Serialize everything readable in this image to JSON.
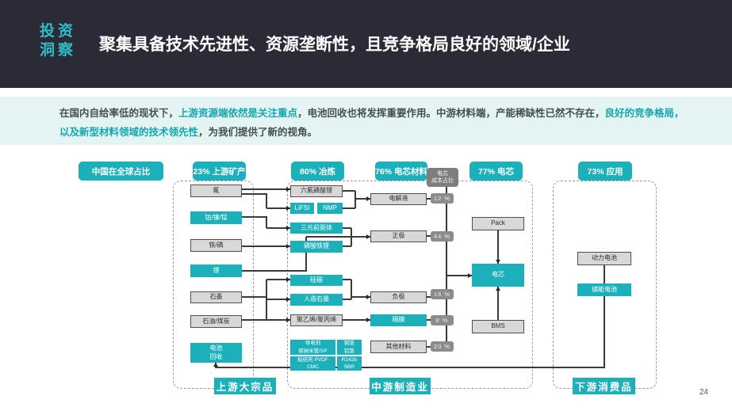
{
  "header": {
    "brand": "投资\n洞察",
    "title": "聚集具备技术先进性、资源垄断性，且竞争格局良好的领域/企业"
  },
  "intro": {
    "segments": [
      {
        "text": "在国内自给率低的现状下，",
        "highlight": false
      },
      {
        "text": "上游资源端依然是关注重点",
        "highlight": true
      },
      {
        "text": "，电池回收也将发挥重要作用。中游材料端，产能稀缺性已然不存在，",
        "highlight": false
      },
      {
        "text": "良好的竞争格局，以及新型材料领域的技术领先性",
        "highlight": true
      },
      {
        "text": "，为我们提供了新的视角。",
        "highlight": false
      }
    ]
  },
  "column_headers": [
    {
      "id": "china-share",
      "label": "中国在全球占比"
    },
    {
      "id": "mining",
      "label": "23% 上游矿产"
    },
    {
      "id": "smelting",
      "label": "80% 冶炼"
    },
    {
      "id": "cell-materials",
      "label": "76% 电芯材料"
    },
    {
      "id": "cells",
      "label": "77% 电芯"
    },
    {
      "id": "application",
      "label": "73% 应用"
    }
  ],
  "sections": [
    {
      "id": "upstream",
      "label": "上游大宗品"
    },
    {
      "id": "midstream",
      "label": "中游制造业"
    },
    {
      "id": "downstream",
      "label": "下游消费品"
    }
  ],
  "nodes": [
    {
      "id": "fluorine",
      "kind": "gray",
      "label": "氟"
    },
    {
      "id": "cobalt-nickel-manganese",
      "kind": "teal",
      "label": "钴/镍/锰"
    },
    {
      "id": "iron-phosphorus",
      "kind": "gray",
      "label": "铁/磷"
    },
    {
      "id": "lithium",
      "kind": "teal",
      "label": "锂"
    },
    {
      "id": "graphite",
      "kind": "gray",
      "label": "石墨"
    },
    {
      "id": "oil-coal",
      "kind": "gray",
      "label": "石油/煤炭"
    },
    {
      "id": "battery-recycling",
      "kind": "teal",
      "label": "电池\n回收"
    },
    {
      "id": "lipf6",
      "kind": "gray",
      "label": "六氟磷酸锂"
    },
    {
      "id": "lifsi",
      "kind": "teal",
      "label": "LiFSI"
    },
    {
      "id": "nmp",
      "kind": "teal",
      "label": "NMP"
    },
    {
      "id": "ternary-precursor",
      "kind": "teal",
      "label": "三元前驱体"
    },
    {
      "id": "lfp",
      "kind": "teal",
      "label": "磷酸铁锂"
    },
    {
      "id": "silicon-carbon",
      "kind": "teal",
      "label": "硅碳"
    },
    {
      "id": "artificial-graphite",
      "kind": "teal",
      "label": "人造石墨"
    },
    {
      "id": "pe-pp",
      "kind": "gray",
      "label": "聚乙烯/聚丙烯"
    },
    {
      "id": "electrolyte",
      "kind": "gray",
      "label": "电解液"
    },
    {
      "id": "cathode",
      "kind": "gray",
      "label": "正极"
    },
    {
      "id": "anode",
      "kind": "gray",
      "label": "负极"
    },
    {
      "id": "separator",
      "kind": "teal",
      "label": "隔膜"
    },
    {
      "id": "other-materials",
      "kind": "gray",
      "label": "其他材料"
    },
    {
      "id": "cell-cost-share",
      "kind": "dark-badge",
      "label": "电芯\n成本占比"
    },
    {
      "id": "pct-electrolyte",
      "kind": "badge",
      "label": "12 %"
    },
    {
      "id": "pct-cathode",
      "kind": "badge",
      "label": "44 %"
    },
    {
      "id": "pct-anode",
      "kind": "badge",
      "label": "16 %"
    },
    {
      "id": "pct-separator",
      "kind": "badge",
      "label": "8 %"
    },
    {
      "id": "pct-other",
      "kind": "badge",
      "label": "20 %"
    },
    {
      "id": "pack",
      "kind": "gray",
      "label": "Pack"
    },
    {
      "id": "cell",
      "kind": "teal",
      "label": "电芯"
    },
    {
      "id": "bms",
      "kind": "gray",
      "label": "BMS"
    },
    {
      "id": "power-battery",
      "kind": "gray",
      "label": "动力电池"
    },
    {
      "id": "storage-battery",
      "kind": "teal",
      "label": "储能电池"
    }
  ],
  "auxiliary_grid": {
    "id": "auxiliary-materials",
    "cells": [
      {
        "id": "conductive-agent",
        "label": "导电剂\n碳纳米管/SP"
      },
      {
        "id": "foils",
        "label": "铜箔\n铝箔"
      },
      {
        "id": "binder",
        "label": "粘结剂  PVDF\nCMC"
      },
      {
        "id": "r142b-sbr",
        "label": "R142b\nSBR"
      }
    ]
  },
  "page": {
    "number": "24"
  },
  "colors": {
    "teal": "#1CB1BA",
    "brand_teal": "#2FBDC5",
    "header_background": "#2B2B38",
    "banner_background": "#E3F4F2",
    "highlight_text": "#13A7B0",
    "gray_box": "#D8D8D8",
    "percent_badge": "#8C8C8C",
    "connector_line": "#3A3A3A"
  }
}
